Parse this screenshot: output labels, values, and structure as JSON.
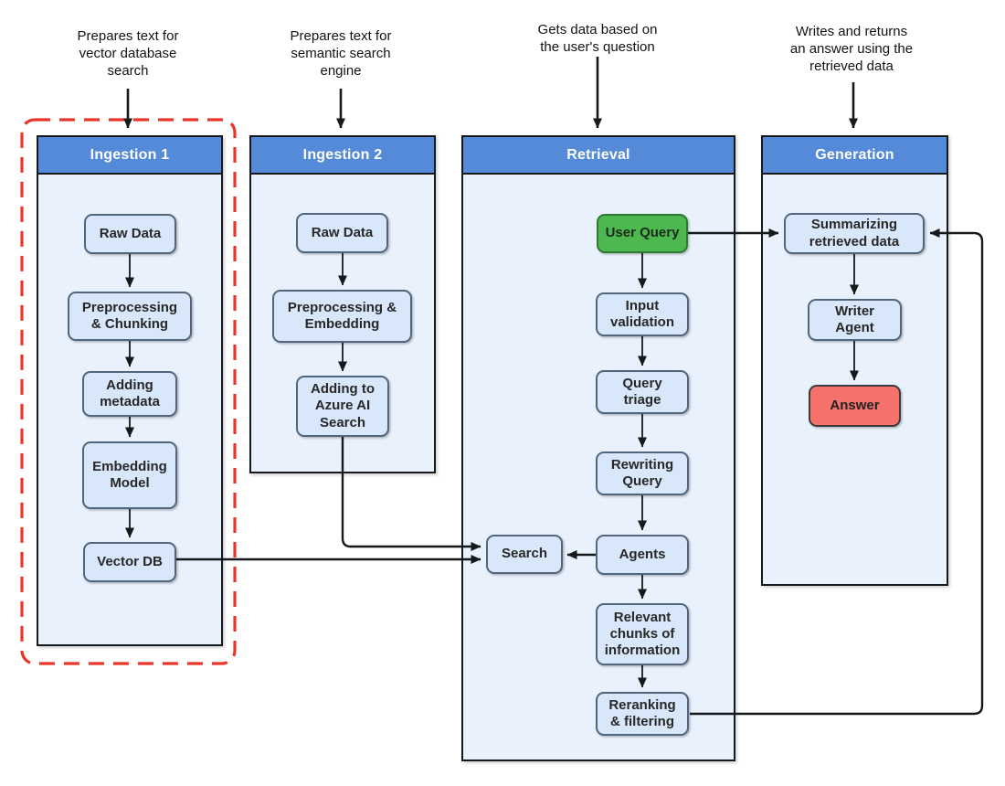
{
  "diagram": {
    "type": "flowchart",
    "subject": "RAG pipeline: ingestion, retrieval and generation stages"
  },
  "colors": {
    "header_blue": "#548ad8",
    "container_fill": "#e9f1fc",
    "node_fill": "#d8e7fa",
    "node_border": "#51657c",
    "green_fill": "#4cb84f",
    "red_fill": "#f4726b",
    "dashed_highlight_red": "#e8362b",
    "line_black": "#16191c"
  },
  "annotations": [
    {
      "text": "Prepares text for\nvector database\nsearch"
    },
    {
      "text": "Prepares text for\nsemantic search\nengine"
    },
    {
      "text": "Gets data based on\nthe user's question"
    },
    {
      "text": "Writes and returns\nan answer using the\nretrieved data"
    }
  ],
  "columns": [
    {
      "title": "Ingestion 1",
      "dashed_highlight": true,
      "boxes": [
        {
          "id": "raw-data-1",
          "label": "Raw Data"
        },
        {
          "id": "preprocessing-chunking",
          "label": "Preprocessing\n& Chunking"
        },
        {
          "id": "adding-metadata",
          "label": "Adding\nmetadata"
        },
        {
          "id": "embedding-model",
          "label": "Embedding\nModel"
        },
        {
          "id": "vector-db",
          "label": "Vector DB"
        }
      ]
    },
    {
      "title": "Ingestion 2",
      "dashed_highlight": false,
      "boxes": [
        {
          "id": "raw-data-2",
          "label": "Raw Data"
        },
        {
          "id": "preprocessing-embedding",
          "label": "Preprocessing &\nEmbedding"
        },
        {
          "id": "adding-to-azure-ai-search",
          "label": "Adding to\nAzure AI\nSearch"
        }
      ]
    },
    {
      "title": "Retrieval",
      "dashed_highlight": false,
      "boxes": [
        {
          "id": "user-query",
          "label": "User Query",
          "color": "green"
        },
        {
          "id": "input-validation",
          "label": "Input\nvalidation"
        },
        {
          "id": "query-triage",
          "label": "Query\ntriage"
        },
        {
          "id": "rewriting-query",
          "label": "Rewriting\nQuery"
        },
        {
          "id": "search",
          "label": "Search"
        },
        {
          "id": "agents",
          "label": "Agents"
        },
        {
          "id": "relevant-chunks",
          "label": "Relevant\nchunks of\ninformation"
        },
        {
          "id": "reranking-filtering",
          "label": "Reranking\n& filtering"
        }
      ]
    },
    {
      "title": "Generation",
      "dashed_highlight": false,
      "boxes": [
        {
          "id": "summarizing-retrieved-data",
          "label": "Summarizing\nretrieved data"
        },
        {
          "id": "writer-agent",
          "label": "Writer\nAgent"
        },
        {
          "id": "answer",
          "label": "Answer",
          "color": "red"
        }
      ]
    }
  ],
  "edges": [
    {
      "from": "raw-data-1",
      "to": "preprocessing-chunking"
    },
    {
      "from": "preprocessing-chunking",
      "to": "adding-metadata"
    },
    {
      "from": "adding-metadata",
      "to": "embedding-model"
    },
    {
      "from": "embedding-model",
      "to": "vector-db"
    },
    {
      "from": "vector-db",
      "to": "search"
    },
    {
      "from": "raw-data-2",
      "to": "preprocessing-embedding"
    },
    {
      "from": "preprocessing-embedding",
      "to": "adding-to-azure-ai-search"
    },
    {
      "from": "adding-to-azure-ai-search",
      "to": "search"
    },
    {
      "from": "user-query",
      "to": "input-validation"
    },
    {
      "from": "input-validation",
      "to": "query-triage"
    },
    {
      "from": "query-triage",
      "to": "rewriting-query"
    },
    {
      "from": "rewriting-query",
      "to": "agents"
    },
    {
      "from": "agents",
      "to": "search"
    },
    {
      "from": "agents",
      "to": "relevant-chunks"
    },
    {
      "from": "relevant-chunks",
      "to": "reranking-filtering"
    },
    {
      "from": "reranking-filtering",
      "to": "summarizing-retrieved-data"
    },
    {
      "from": "user-query",
      "to": "summarizing-retrieved-data"
    },
    {
      "from": "summarizing-retrieved-data",
      "to": "writer-agent"
    },
    {
      "from": "writer-agent",
      "to": "answer"
    }
  ]
}
